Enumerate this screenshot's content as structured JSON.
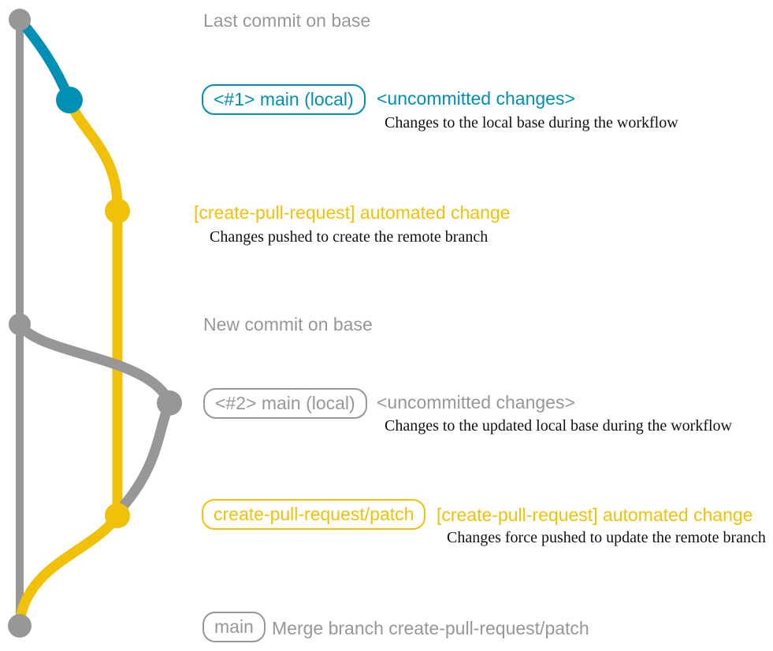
{
  "colors": {
    "base": "#979797",
    "main_local": "#008fb5",
    "patch": "#f1c109",
    "description": "#111111",
    "background": "#ffffff"
  },
  "graph": {
    "branches": [
      "base",
      "main (local)",
      "create-pull-request/patch"
    ],
    "commits": [
      {
        "id": "base-last-commit",
        "branch": "base",
        "color": "#979797"
      },
      {
        "id": "main-local-1",
        "branch": "main (local)",
        "color": "#008fb5"
      },
      {
        "id": "patch-automated-change-1",
        "branch": "create-pull-request/patch",
        "color": "#f1c109"
      },
      {
        "id": "base-new-commit",
        "branch": "base",
        "color": "#979797"
      },
      {
        "id": "main-local-2",
        "branch": "main (local)",
        "color": "#979797"
      },
      {
        "id": "patch-automated-change-2",
        "branch": "create-pull-request/patch",
        "color": "#f1c109"
      },
      {
        "id": "base-merge-commit",
        "branch": "base",
        "color": "#979797"
      }
    ]
  },
  "annotations": {
    "last_commit": {
      "text": "Last commit on base"
    },
    "uncommitted1": {
      "badge": "<#1> main (local)",
      "title": "<uncommitted changes>",
      "subtitle": "Changes to the local base during the workflow"
    },
    "automated1": {
      "title": "[create-pull-request] automated change",
      "subtitle": "Changes pushed to create the remote branch"
    },
    "new_commit": {
      "text": "New commit on base"
    },
    "uncommitted2": {
      "badge": "<#2> main (local)",
      "title": "<uncommitted changes>",
      "subtitle": "Changes to the updated local base during the workflow"
    },
    "automated2": {
      "badge": "create-pull-request/patch",
      "title": "[create-pull-request] automated change",
      "subtitle": "Changes force pushed to update the remote branch"
    },
    "merge": {
      "badge": "main",
      "title": "Merge branch create-pull-request/patch"
    }
  }
}
